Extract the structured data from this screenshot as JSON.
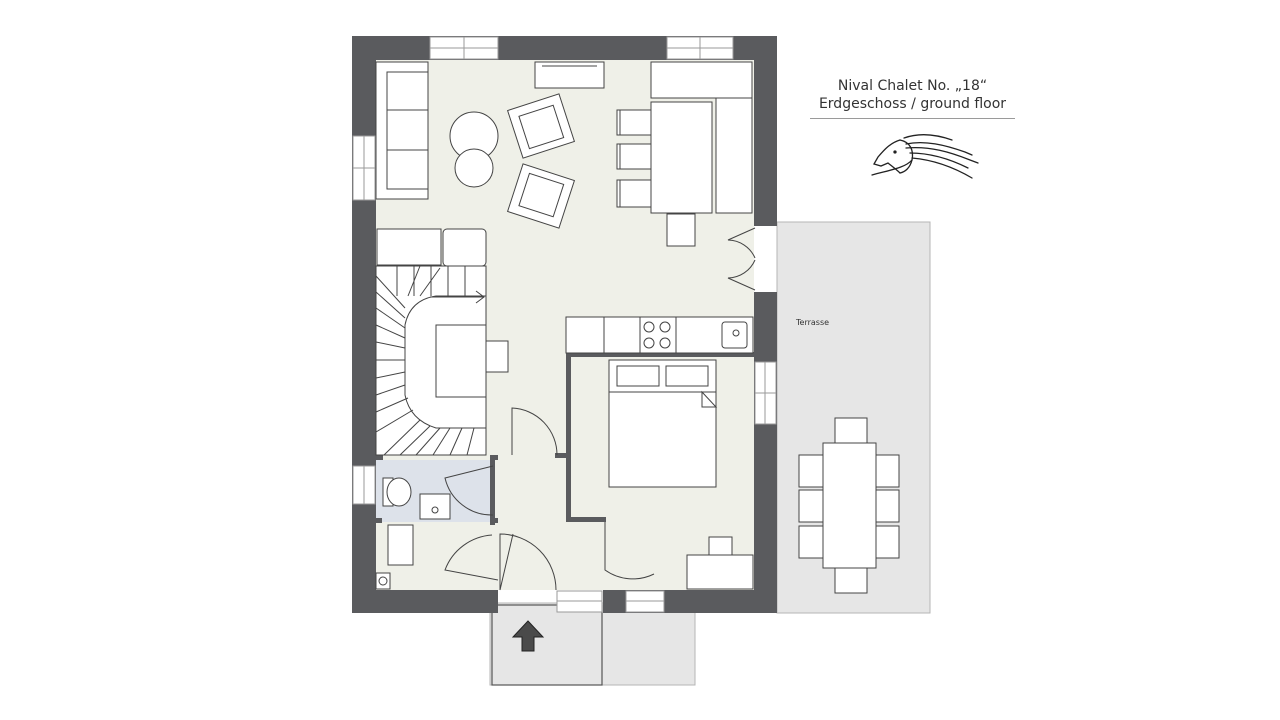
{
  "heading": {
    "line1": "Nival Chalet No. „18“",
    "line2": "Erdgeschoss / ground floor"
  },
  "labels": {
    "terrace": "Terrasse"
  },
  "icons": {
    "logo": "horse-head-icon",
    "entrance": "entrance-arrow-icon"
  },
  "colors": {
    "wall": "#5a5b5e",
    "floor": "#eff0e8",
    "bathroom": "#dde2ea",
    "outdoor": "#e6e6e6",
    "window": "#ffffff"
  }
}
